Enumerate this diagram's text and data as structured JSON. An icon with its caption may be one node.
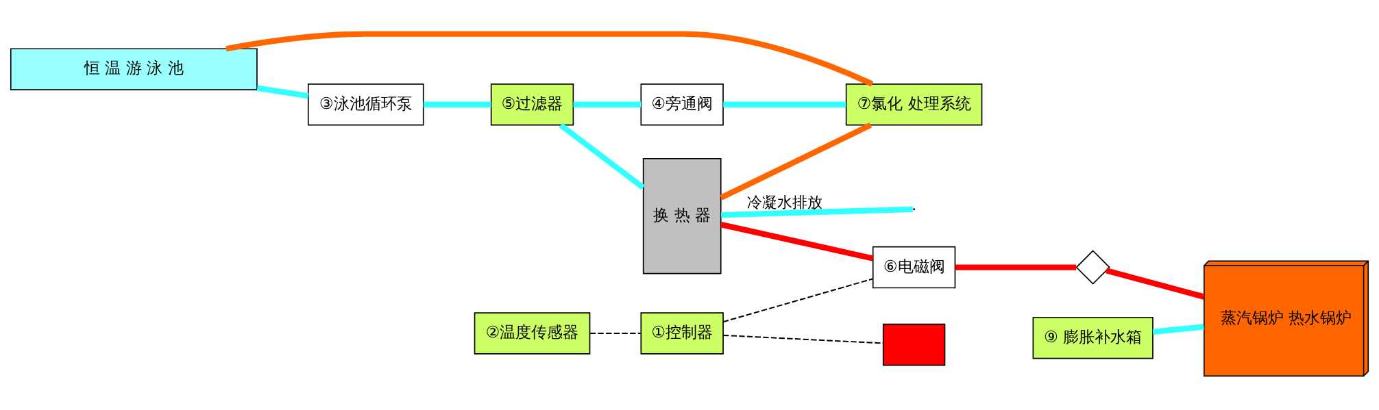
{
  "diagram": {
    "nodes": [
      {
        "text": [
          "恒 温 游 泳 池"
        ]
      },
      {
        "text": [
          "⑦氯化 处理系统"
        ]
      },
      {
        "text": [
          "②温度传感器"
        ]
      },
      {
        "text": [
          "①控制器"
        ]
      },
      {
        "text": [
          "③泳池循环泵"
        ]
      },
      {
        "text": [
          "⑤过滤器"
        ]
      },
      {
        "text": [
          "④旁通阀"
        ]
      },
      {
        "text": [
          "换 热 器"
        ]
      },
      {
        "text": [
          "⑥电磁阀"
        ]
      },
      {
        "text": [
          "⑨ 膨胀补水箱"
        ]
      },
      {
        "text": [
          "蒸汽锅炉 热水锅炉"
        ]
      },
      {
        "text": [],
        "shape": "valve"
      },
      {
        "text": [],
        "shape": "box"
      }
    ],
    "edges": [
      {
        "from": 0,
        "to": 4,
        "arrow": "none"
      },
      {
        "from": 4,
        "to": 5,
        "arrow": "none"
      },
      {
        "from": 5,
        "to": 7,
        "arrow": "none"
      },
      {
        "from": 5,
        "to": 6,
        "arrow": "none"
      },
      {
        "from": 6,
        "to": 1,
        "arrow": "none"
      },
      {
        "from": 7,
        "to": 1,
        "arrow": "none",
        "color": "#ff6600"
      },
      {
        "from": 1,
        "to": 0,
        "arrow": "none",
        "color": "#ff6600"
      },
      {
        "from": 2,
        "to": 3,
        "arrow": "none",
        "style": "dashed",
        "color": "#000000"
      },
      {
        "from": 3,
        "to": 8,
        "arrow": "none",
        "style": "dashed",
        "color": "#000000"
      },
      {
        "from": 3,
        "to": 12,
        "arrow": "none",
        "style": "dashed",
        "color": "#000000"
      },
      {
        "from": 7,
        "to": 8,
        "arrow": "none",
        "color": "#ff0000"
      },
      {
        "from": 8,
        "to": 11,
        "arrow": "none",
        "color": "#ff0000"
      },
      {
        "from": 11,
        "to": 10,
        "arrow": "none",
        "color": "#ff0000"
      },
      {
        "from": 9,
        "to": 10,
        "arrow": "none"
      },
      {
        "from": 7,
        "to": null,
        "arrow": "none",
        "label": "冷凝水排放"
      }
    ]
  }
}
